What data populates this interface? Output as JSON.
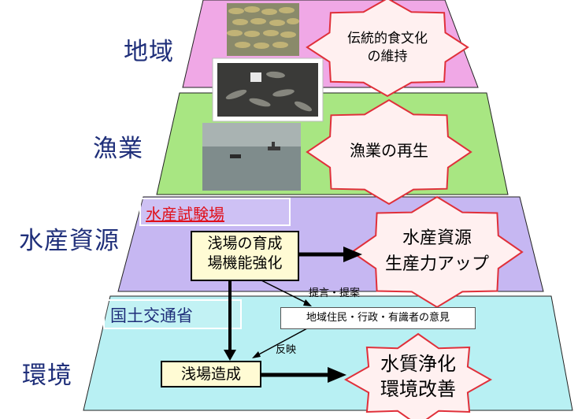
{
  "tiers": {
    "region": {
      "label": "地域",
      "color": "#f0a8e6"
    },
    "fishery": {
      "label": "漁業",
      "color": "#a8e682"
    },
    "resource": {
      "label": "水産資源",
      "color": "#c6b7f2"
    },
    "environment": {
      "label": "環境",
      "color": "#b8f0f3"
    }
  },
  "outcomes": {
    "culture": [
      "伝統的食文化",
      "の維持"
    ],
    "fishery": [
      "漁業の再生"
    ],
    "resource": [
      "水産資源",
      "生産力アップ"
    ],
    "environment": [
      "水質浄化",
      "環境改善"
    ]
  },
  "orgs": {
    "station": "水産試験場",
    "ministry": "国土交通省"
  },
  "boxes": {
    "nursery": [
      "浅場の育成",
      "場機能強化"
    ],
    "shallow": "浅場造成",
    "opinion": "地域住民・行政・有識者の意見"
  },
  "labels": {
    "proposal": "提言・提案",
    "reflect": "反映"
  },
  "colors": {
    "title_text": "#1f2f7a",
    "station_text": "#e0101a",
    "star_fill": "#fff0f0",
    "star_stroke": "#e0303a",
    "box_fill": "#fffbd4"
  }
}
